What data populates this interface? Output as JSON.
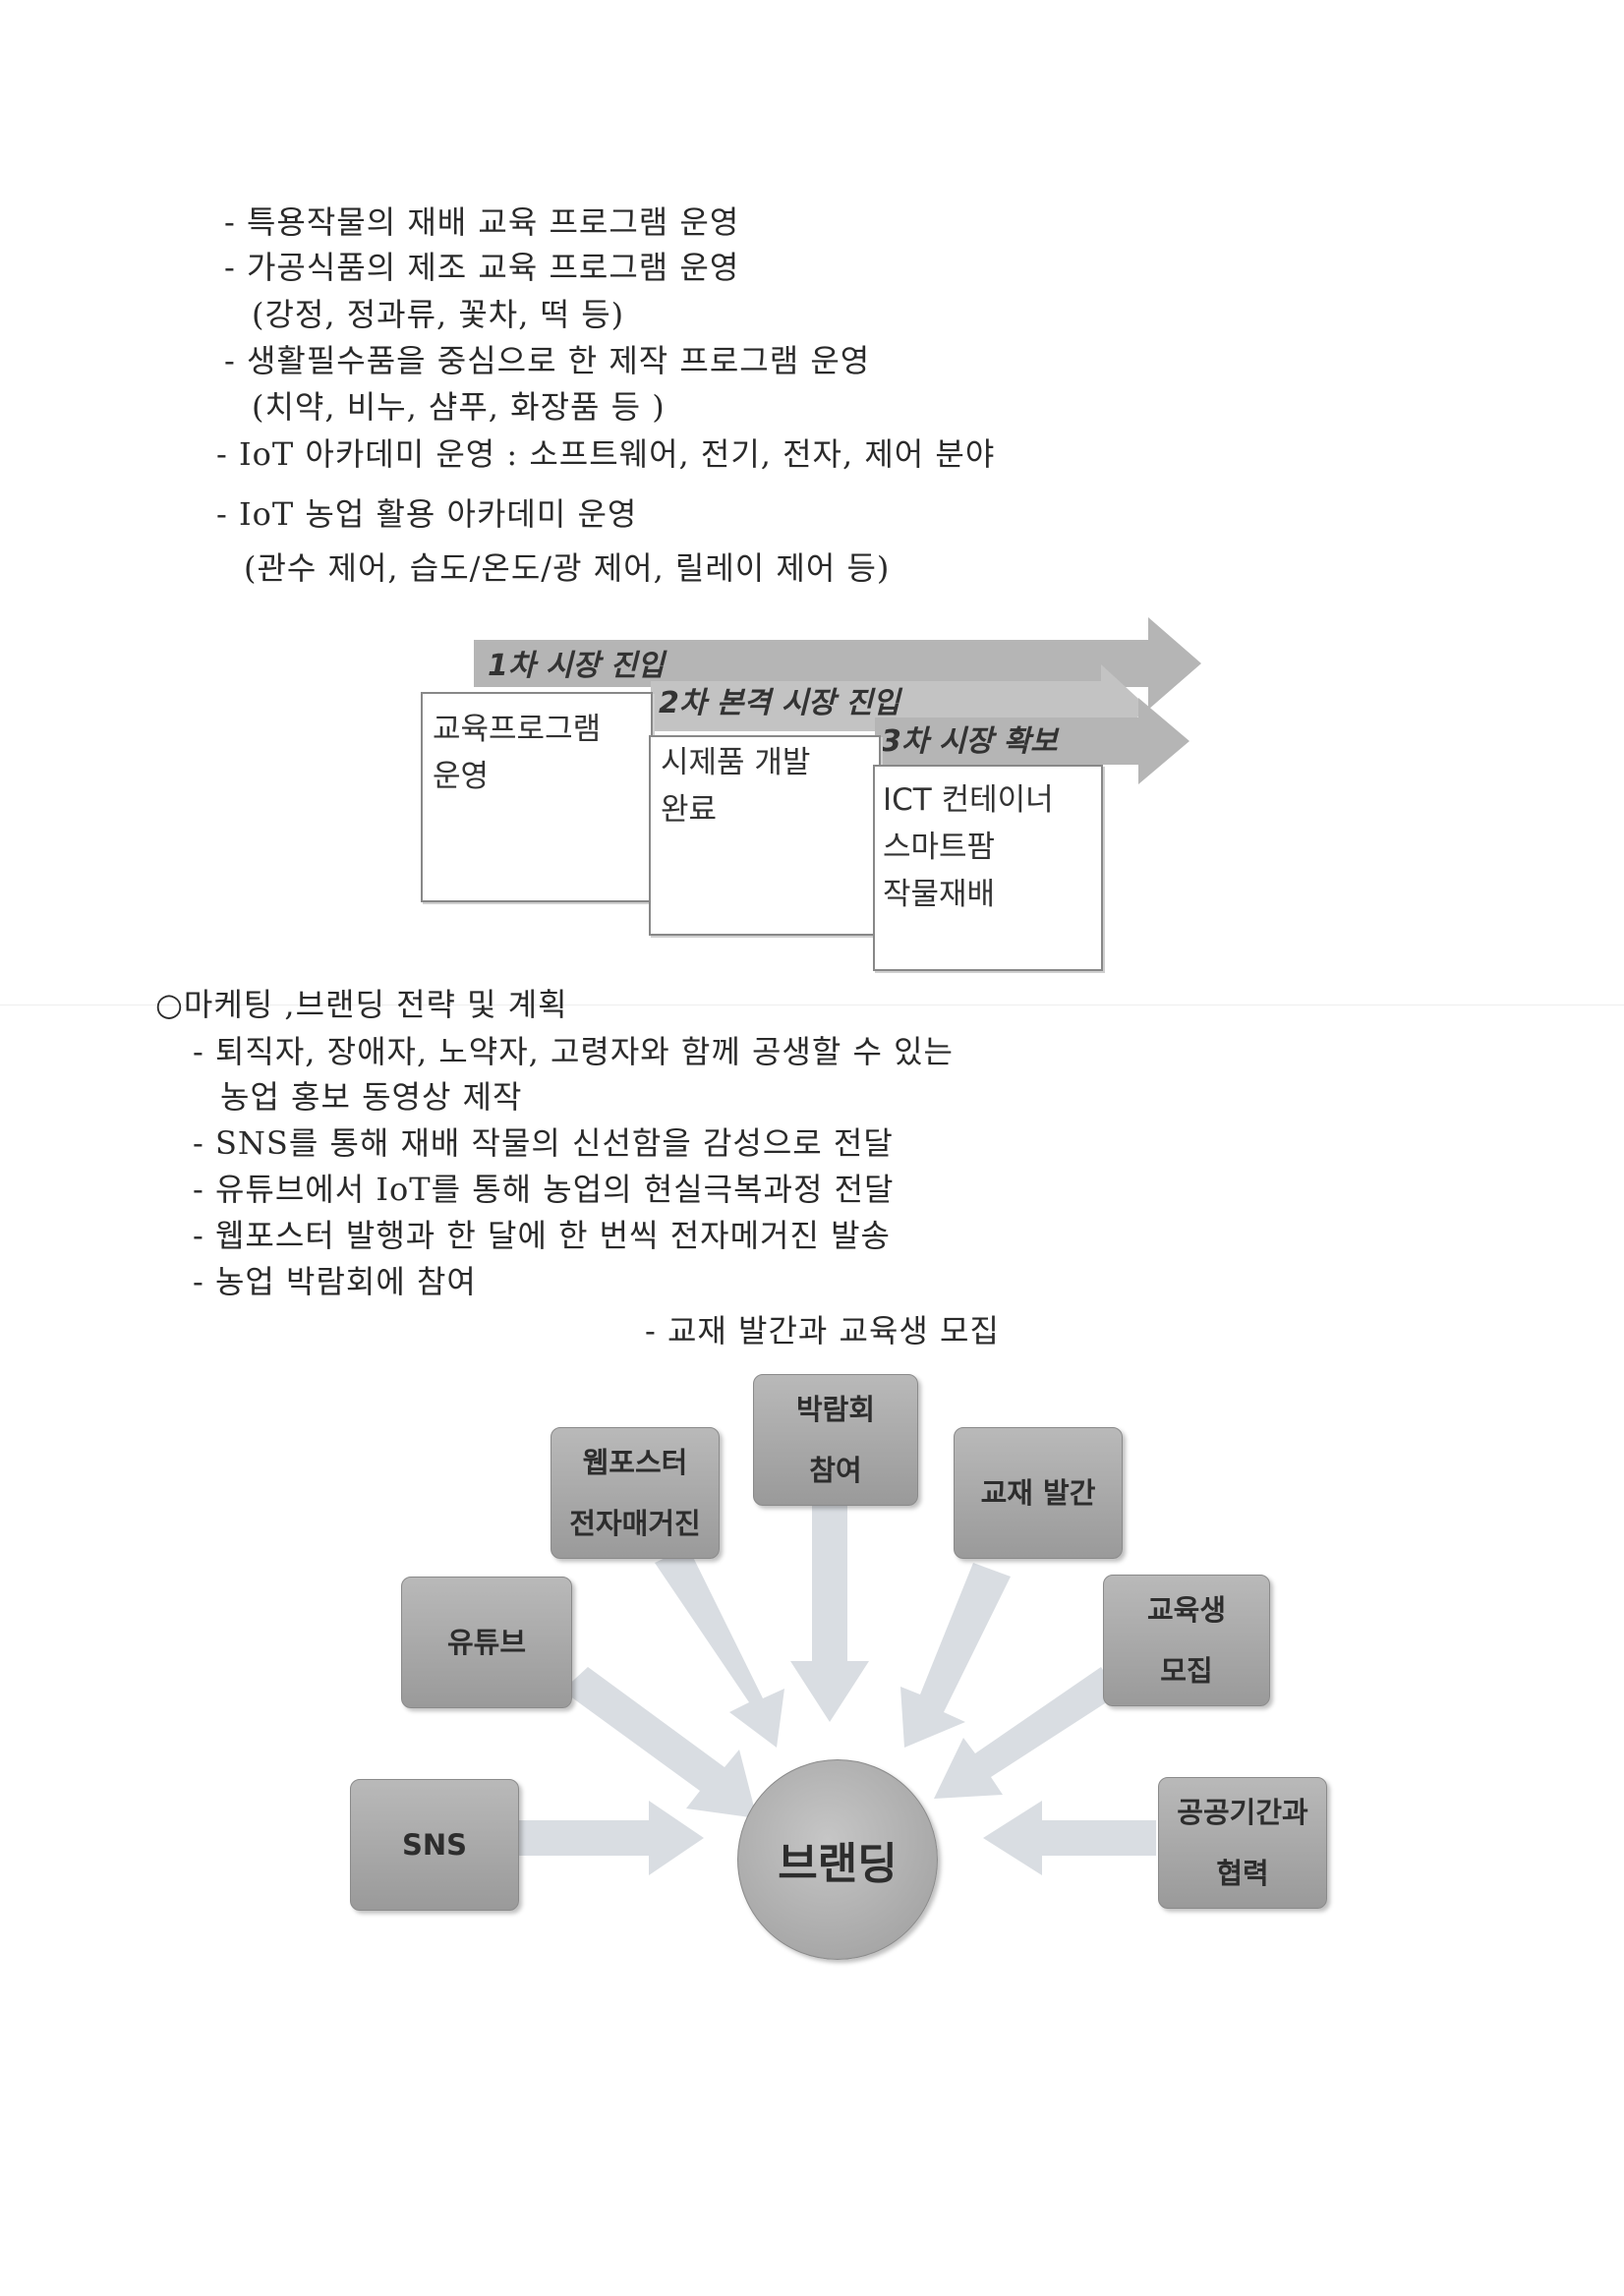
{
  "education_lines": [
    "- 특용작물의 재배 교육 프로그램 운영",
    "- 가공식품의 제조 교육 프로그램 운영",
    "(강정, 정과류, 꽃차, 떡 등)",
    "- 생활필수품을 중심으로 한 제작 프로그램 운영",
    "(치약, 비누, 샴푸, 화장품 등 )",
    "- IoT 아카데미 운영 : 소프트웨어, 전기, 전자, 제어 분야",
    "- IoT 농업 활용 아카데미 운영",
    "(관수 제어, 습도/온도/광 제어, 릴레이 제어 등)"
  ],
  "phases": [
    {
      "label": "1차 시장 진입",
      "lines": [
        "교육프로그램",
        "운영"
      ]
    },
    {
      "label": "2차 본격 시장 진입",
      "lines": [
        "시제품 개발",
        "완료"
      ]
    },
    {
      "label": "3차 시장 확보",
      "lines": [
        "ICT 컨테이너",
        "스마트팜",
        "작물재배"
      ]
    }
  ],
  "marketing": {
    "heading": "○마케팅 ,브랜딩 전략 및 계획",
    "lines": [
      "- 퇴직자, 장애자, 노약자, 고령자와 함께 공생할 수 있는",
      "농업 홍보 동영상 제작",
      "- SNS를 통해 재배 작물의 신선함을 감성으로 전달",
      "- 유튜브에서 IoT를 통해 농업의 현실극복과정 전달",
      "- 웹포스터 발행과 한 달에 한 번씩 전자메거진 발송",
      "- 농업 박람회에 참여",
      "- 교재 발간과 교육생 모집"
    ]
  },
  "branding_hub": {
    "center": "브랜딩",
    "nodes": [
      "SNS",
      "유튜브",
      "웹포스터\n전자매거진",
      "박람회\n참여",
      "교재 발간",
      "교육생\n모집",
      "공공기간과\n협력"
    ]
  }
}
